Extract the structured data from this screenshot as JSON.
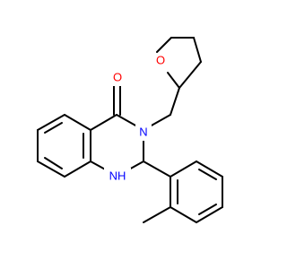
{
  "structure": {
    "atoms": {
      "carbonyl_oxygen": {
        "label": "O",
        "color": "#ff0000"
      },
      "ring_nitrogen": {
        "label": "N",
        "color": "#0000ff"
      },
      "amine_nitrogen": {
        "label": "NH",
        "color": "#0000ff"
      },
      "furan_oxygen": {
        "label": "O",
        "color": "#ff0000"
      }
    },
    "bond_color": "#000000"
  }
}
